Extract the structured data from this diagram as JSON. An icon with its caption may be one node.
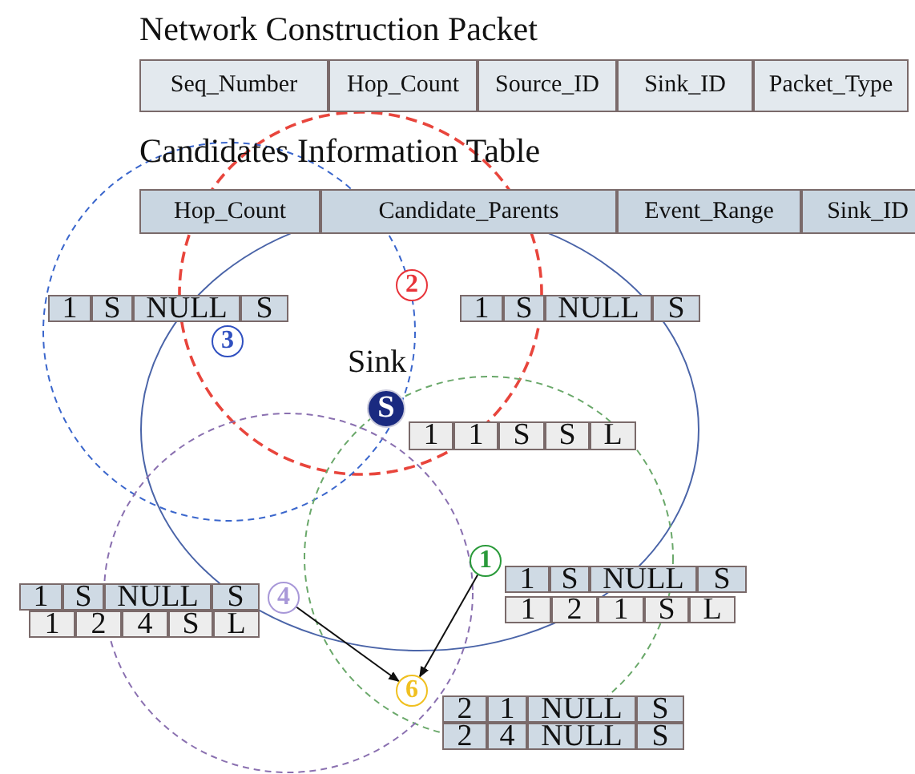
{
  "diagram": {
    "nodes": [
      {
        "text": [
          "2"
        ]
      },
      {
        "text": [
          "3"
        ]
      },
      {
        "text": [
          "S"
        ],
        "beside": [
          "Sink"
        ]
      },
      {
        "text": [
          "1"
        ]
      },
      {
        "text": [
          "4"
        ]
      },
      {
        "text": [
          "6"
        ]
      }
    ],
    "edges": [
      {
        "from": 4,
        "to": 5,
        "arrow": "to"
      },
      {
        "from": 3,
        "to": 5,
        "arrow": "to"
      }
    ],
    "labels": [
      "Network Construction Packet",
      "Seq_Number",
      "Hop_Count",
      "Source_ID",
      "Sink_ID",
      "Packet_Type",
      "Candidates Information Table",
      "Hop_Count",
      "Candidate_Parents",
      "Event_Range",
      "Sink_ID",
      "1",
      "S",
      "NULL",
      "S",
      "1",
      "S",
      "NULL",
      "S",
      "1",
      "1",
      "S",
      "S",
      "L",
      "1",
      "S",
      "NULL",
      "S",
      "1",
      "2",
      "4",
      "S",
      "L",
      "1",
      "S",
      "NULL",
      "S",
      "1",
      "2",
      "1",
      "S",
      "L",
      "2",
      "1",
      "NULL",
      "S",
      "2",
      "4",
      "NULL",
      "S"
    ]
  }
}
